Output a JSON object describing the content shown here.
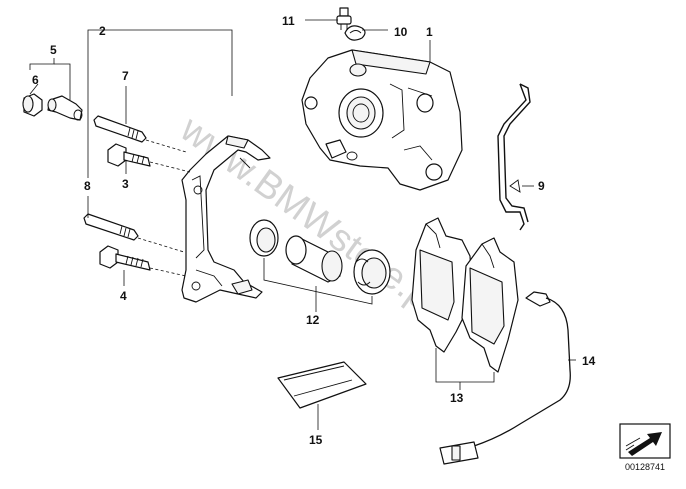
{
  "callouts": {
    "c1": "1",
    "c2": "2",
    "c3": "3",
    "c4": "4",
    "c5": "5",
    "c6": "6",
    "c7": "7",
    "c8": "8",
    "c9": "9",
    "c10": "10",
    "c11": "11",
    "c12": "12",
    "c13": "13",
    "c14": "14",
    "c15": "15"
  },
  "watermark": "www.BMWstore.pl",
  "doc_number": "00128741",
  "icons": {
    "direction_indicator": "arrow-box-icon"
  },
  "colors": {
    "ink": "#111111",
    "watermark": "#9a9a9a",
    "background": "#ffffff"
  }
}
